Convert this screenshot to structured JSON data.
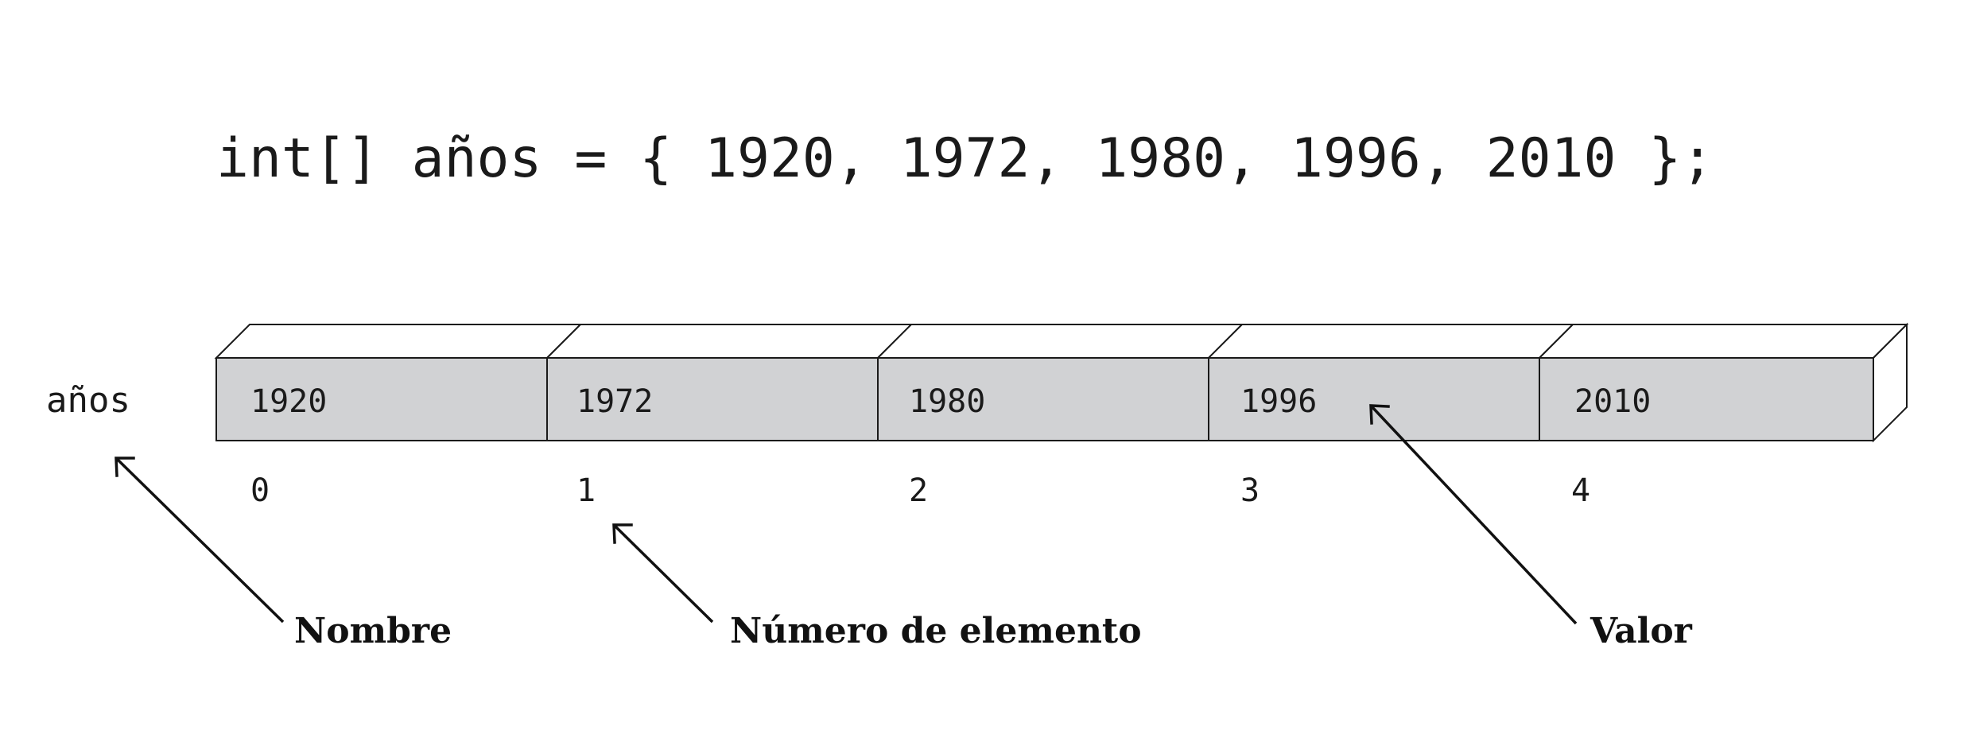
{
  "code": "int[] años = { 1920, 1972, 1980, 1996, 2010 };",
  "array": {
    "name": "años",
    "cells": [
      {
        "index": "0",
        "value": "1920"
      },
      {
        "index": "1",
        "value": "1972"
      },
      {
        "index": "2",
        "value": "1980"
      },
      {
        "index": "3",
        "value": "1996"
      },
      {
        "index": "4",
        "value": "2010"
      }
    ]
  },
  "callouts": {
    "name": "Nombre",
    "element_number": "Número de elemento",
    "value": "Valor"
  },
  "colors": {
    "cell_fill": "#d1d2d4",
    "line": "#1a1a1a"
  }
}
